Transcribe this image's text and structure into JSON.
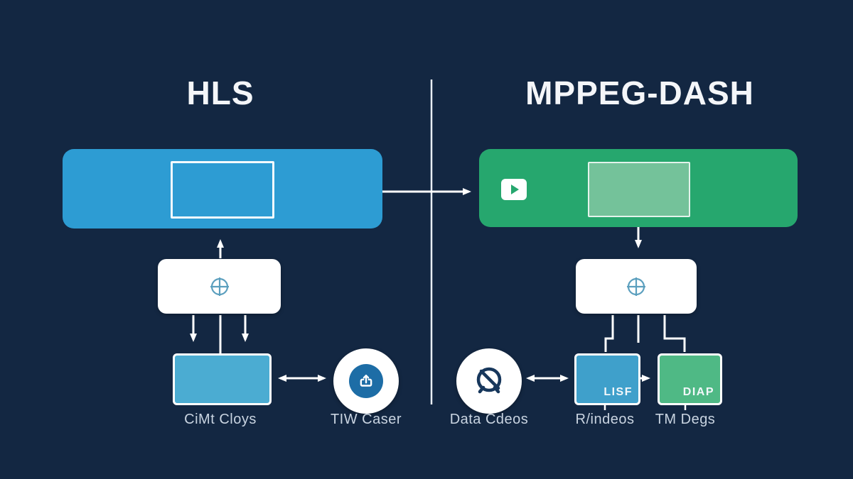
{
  "titles": {
    "left": "HLS",
    "right": "MPPEG-DASH"
  },
  "left_column": {
    "bottom_box_label": "CiMt Cloys",
    "circle_label": "TIW Caser"
  },
  "right_column": {
    "circle_label": "Data Cdeos",
    "manifest_box_text": "LISF",
    "manifest_box_label": "R/indeos",
    "segment_box_text": "DIAP",
    "segment_box_label": "TM Degs"
  },
  "icons": {
    "left_big_box": "screen-outline-icon",
    "right_big_box_badge": "play-icon",
    "right_big_box": "screen-outline-icon",
    "left_process_box": "crosshair-icon",
    "right_process_box": "crosshair-icon",
    "left_circle": "upload-icon",
    "right_circle": "no-signal-icon"
  },
  "colors": {
    "background": "#132742",
    "hls_box": "#2D9CD3",
    "dash_box": "#26A76E",
    "dash_inner": "#74C29A",
    "small_blue_box": "#4BACD2",
    "lisf_box": "#3FA0CB",
    "diap_box": "#4FB985",
    "icon_blue": "#1D6DA6",
    "icon_navy": "#17375C",
    "crosshair": "#5B9FBE",
    "label_text": "#C9D4E1",
    "title_text": "#F4F6F9",
    "line": "#FFFFFF"
  }
}
